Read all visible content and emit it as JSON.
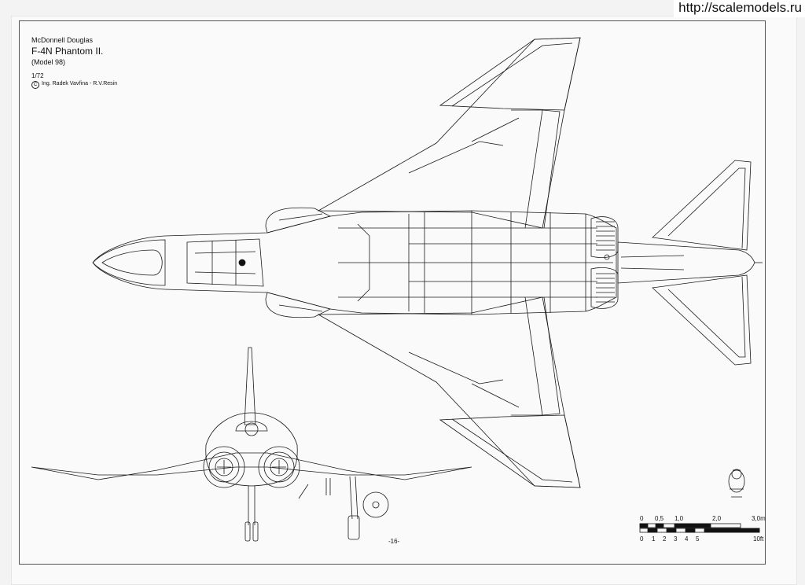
{
  "watermark": "http://scalemodels.ru",
  "title_block": {
    "manufacturer": "McDonnell Douglas",
    "aircraft": "F-4N  Phantom II.",
    "model": "(Model 98)",
    "scale": "1/72",
    "copyright_symbol": "C",
    "credits": "Ing. Radek Vavřina - R.V.Resin"
  },
  "page_number": "-16-",
  "scale_bar": {
    "metric_labels": [
      "0",
      "0,5",
      "1,0",
      "2,0",
      "3,0m"
    ],
    "imperial_labels": [
      "0",
      "1",
      "2",
      "3",
      "4",
      "5",
      "10ft"
    ]
  },
  "views": [
    "top-view",
    "front-view"
  ],
  "icons": [
    "designer-logo-icon"
  ]
}
